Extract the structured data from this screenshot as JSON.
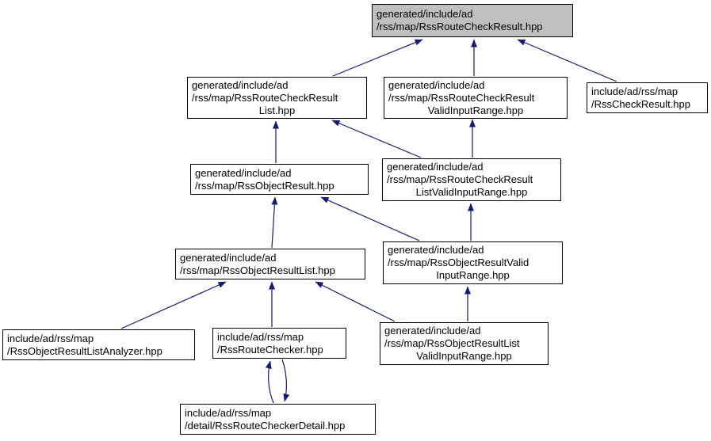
{
  "diagram": {
    "kind": "include-dependency-graph",
    "colors": {
      "edge": "#191970",
      "node_border": "#000000",
      "node_fill": "#ffffff",
      "highlight_fill": "#bfbfbf",
      "text": "#000000",
      "background": "#ffffff"
    },
    "nodes": {
      "routeCheckResult": {
        "highlighted": true,
        "lines": [
          "generated/include/ad",
          "/rss/map/RssRouteCheckResult.hpp"
        ]
      },
      "routeCheckResultList": {
        "highlighted": false,
        "lines": [
          "generated/include/ad",
          "/rss/map/RssRouteCheckResult",
          "List.hpp"
        ]
      },
      "routeCheckResultValidInputRange": {
        "highlighted": false,
        "lines": [
          "generated/include/ad",
          "/rss/map/RssRouteCheckResult",
          "ValidInputRange.hpp"
        ]
      },
      "rssCheckResult": {
        "highlighted": false,
        "lines": [
          "include/ad/rss/map",
          "/RssCheckResult.hpp"
        ]
      },
      "objectResult": {
        "highlighted": false,
        "lines": [
          "generated/include/ad",
          "/rss/map/RssObjectResult.hpp"
        ]
      },
      "routeCheckResultListValidInputRange": {
        "highlighted": false,
        "lines": [
          "generated/include/ad",
          "/rss/map/RssRouteCheckResult",
          "ListValidInputRange.hpp"
        ]
      },
      "objectResultList": {
        "highlighted": false,
        "lines": [
          "generated/include/ad",
          "/rss/map/RssObjectResultList.hpp"
        ]
      },
      "objectResultValidInputRange": {
        "highlighted": false,
        "lines": [
          "generated/include/ad",
          "/rss/map/RssObjectResultValid",
          "InputRange.hpp"
        ]
      },
      "objectResultListAnalyzer": {
        "highlighted": false,
        "lines": [
          "include/ad/rss/map",
          "/RssObjectResultListAnalyzer.hpp"
        ]
      },
      "routeChecker": {
        "highlighted": false,
        "lines": [
          "include/ad/rss/map",
          "/RssRouteChecker.hpp"
        ]
      },
      "objectResultListValidInputRange": {
        "highlighted": false,
        "lines": [
          "generated/include/ad",
          "/rss/map/RssObjectResultList",
          "ValidInputRange.hpp"
        ]
      },
      "routeCheckerDetail": {
        "highlighted": false,
        "lines": [
          "include/ad/rss/map",
          "/detail/RssRouteCheckerDetail.hpp"
        ]
      }
    },
    "edges": [
      {
        "from": "routeCheckResultList",
        "to": "routeCheckResult"
      },
      {
        "from": "routeCheckResultValidInputRange",
        "to": "routeCheckResult"
      },
      {
        "from": "rssCheckResult",
        "to": "routeCheckResult"
      },
      {
        "from": "objectResult",
        "to": "routeCheckResultList"
      },
      {
        "from": "routeCheckResultListValidInputRange",
        "to": "routeCheckResultList"
      },
      {
        "from": "routeCheckResultListValidInputRange",
        "to": "routeCheckResultValidInputRange"
      },
      {
        "from": "objectResultList",
        "to": "objectResult"
      },
      {
        "from": "objectResultValidInputRange",
        "to": "objectResult"
      },
      {
        "from": "objectResultValidInputRange",
        "to": "routeCheckResultListValidInputRange"
      },
      {
        "from": "objectResultListAnalyzer",
        "to": "objectResultList"
      },
      {
        "from": "routeChecker",
        "to": "objectResultList"
      },
      {
        "from": "objectResultListValidInputRange",
        "to": "objectResultList"
      },
      {
        "from": "objectResultListValidInputRange",
        "to": "objectResultValidInputRange"
      },
      {
        "from": "routeCheckerDetail",
        "to": "routeChecker"
      },
      {
        "from": "routeChecker",
        "to": "routeCheckerDetail"
      }
    ]
  }
}
